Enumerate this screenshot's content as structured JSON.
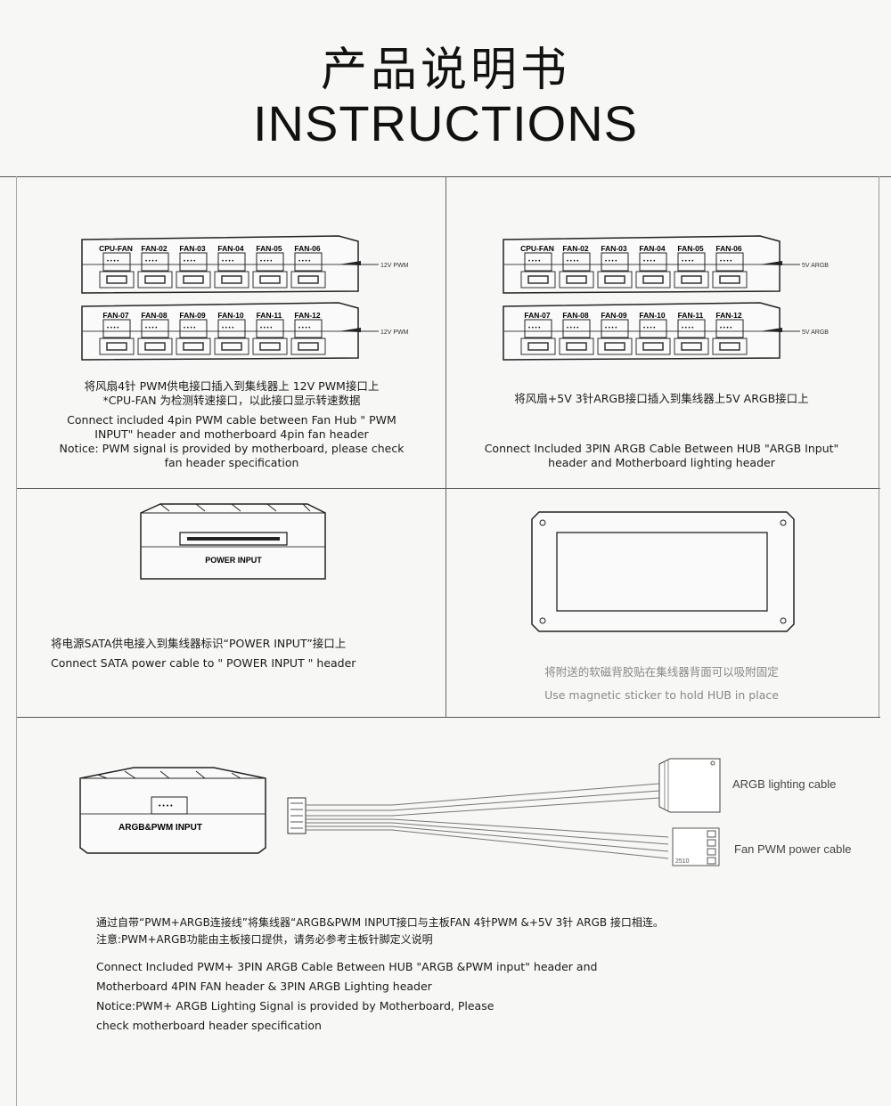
{
  "header": {
    "title_cn": "产品说明书",
    "title_en": "INSTRUCTIONS"
  },
  "panel_pwm": {
    "ports_row1": [
      "CPU-FAN",
      "FAN-02",
      "FAN-03",
      "FAN-04",
      "FAN-05",
      "FAN-06"
    ],
    "ports_row2": [
      "FAN-07",
      "FAN-08",
      "FAN-09",
      "FAN-10",
      "FAN-11",
      "FAN-12"
    ],
    "input_label": "12V PWM",
    "cn_line1": "将风扇4针 PWM供电接口插入到集线器上 12V PWM接口上",
    "cn_line2": "*CPU-FAN 为检测转速接口，以此接口显示转速数据",
    "en_line1": "Connect included 4pin PWM cable between Fan Hub \" PWM",
    "en_line2": "INPUT\" header and motherboard 4pin fan header",
    "en_line3": "Notice: PWM signal is provided by motherboard, please check",
    "en_line4": "fan  header specification"
  },
  "panel_argb": {
    "ports_row1": [
      "CPU-FAN",
      "FAN-02",
      "FAN-03",
      "FAN-04",
      "FAN-05",
      "FAN-06"
    ],
    "ports_row2": [
      "FAN-07",
      "FAN-08",
      "FAN-09",
      "FAN-10",
      "FAN-11",
      "FAN-12"
    ],
    "input_label": "5V ARGB",
    "cn_line1": "将风扇+5V 3针ARGB接口插入到集线器上5V ARGB接口上",
    "en_line1": "Connect Included 3PIN ARGB Cable Between HUB \"ARGB Input\"",
    "en_line2": "header and Motherboard lighting header"
  },
  "panel_power": {
    "port_label": "POWER INPUT",
    "cn_line1": "将电源SATA供电接入到集线器标识“POWER INPUT”接口上",
    "en_line1": "Connect SATA power cable to \" POWER INPUT \" header"
  },
  "panel_magnet": {
    "cn_line1": "将附送的软磁背胶贴在集线器背面可以吸附固定",
    "en_line1": "Use magnetic sticker to hold HUB in place"
  },
  "panel_cable": {
    "port_label": "ARGB&PWM INPUT",
    "argb_label": "ARGB lighting cable",
    "fan_label": "Fan PWM power cable",
    "connector_mark": "2510",
    "cn_line1": "通过自带“PWM+ARGB连接线”将集线器“ARGB&PWM INPUT接口与主板FAN 4针PWM &+5V 3针 ARGB 接口相连。",
    "cn_line2": "注意:PWM+ARGB功能由主板接口提供，请务必参考主板针脚定义说明",
    "en_line1": "Connect Included PWM+ 3PIN ARGB Cable Between HUB \"ARGB &PWM input\" header and",
    "en_line2": "Motherboard  4PIN FAN  header & 3PIN ARGB Lighting header",
    "en_line3": "Notice:PWM+ ARGB Lighting Signal is provided by Motherboard, Please",
    "en_line4": "check motherboard header specification"
  }
}
